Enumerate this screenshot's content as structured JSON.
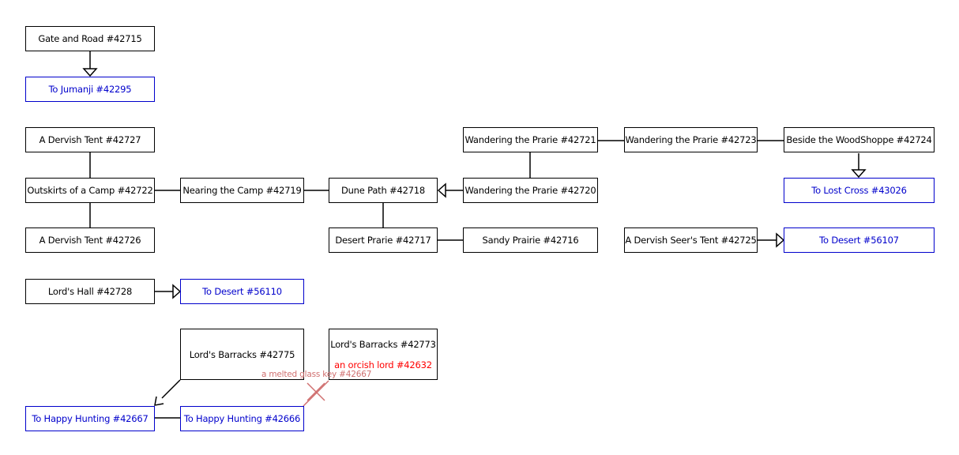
{
  "colors": {
    "room_border": "#000000",
    "link_border": "#0000cc",
    "link_text": "#0000cc",
    "mob_text": "#ff0000",
    "blocked": "#d07070"
  },
  "rooms": {
    "gate_road": "Gate and Road #42715",
    "dervish_tent_27": "A Dervish Tent #42727",
    "outskirts": "Outskirts of a Camp #42722",
    "dervish_tent_26": "A Dervish Tent #42726",
    "nearing_camp": "Nearing the Camp #42719",
    "dune_path": "Dune Path #42718",
    "desert_prarie": "Desert Prarie #42717",
    "sandy_prairie": "Sandy Prairie #42716",
    "wandering_21": "Wandering the Prarie #42721",
    "wandering_20": "Wandering the Prarie #42720",
    "wandering_23": "Wandering the Prarie #42723",
    "beside_woodshoppe": "Beside the WoodShoppe #42724",
    "seers_tent": "A Dervish Seer's Tent #42725",
    "lords_hall": "Lord's Hall #42728",
    "barracks_75": "Lord's Barracks #42775",
    "barracks_73": "Lord's Barracks #42773"
  },
  "links": {
    "jumanji": "To Jumanji #42295",
    "lost_cross": "To Lost Cross #43026",
    "desert_107": "To Desert #56107",
    "desert_110": "To Desert #56110",
    "happy_67": "To Happy Hunting #42667",
    "happy_66": "To Happy Hunting #42666"
  },
  "mobs": {
    "orcish_lord": "an orcish lord #42632"
  },
  "notes": {
    "blocked_key": "a melted glass key #42667"
  }
}
